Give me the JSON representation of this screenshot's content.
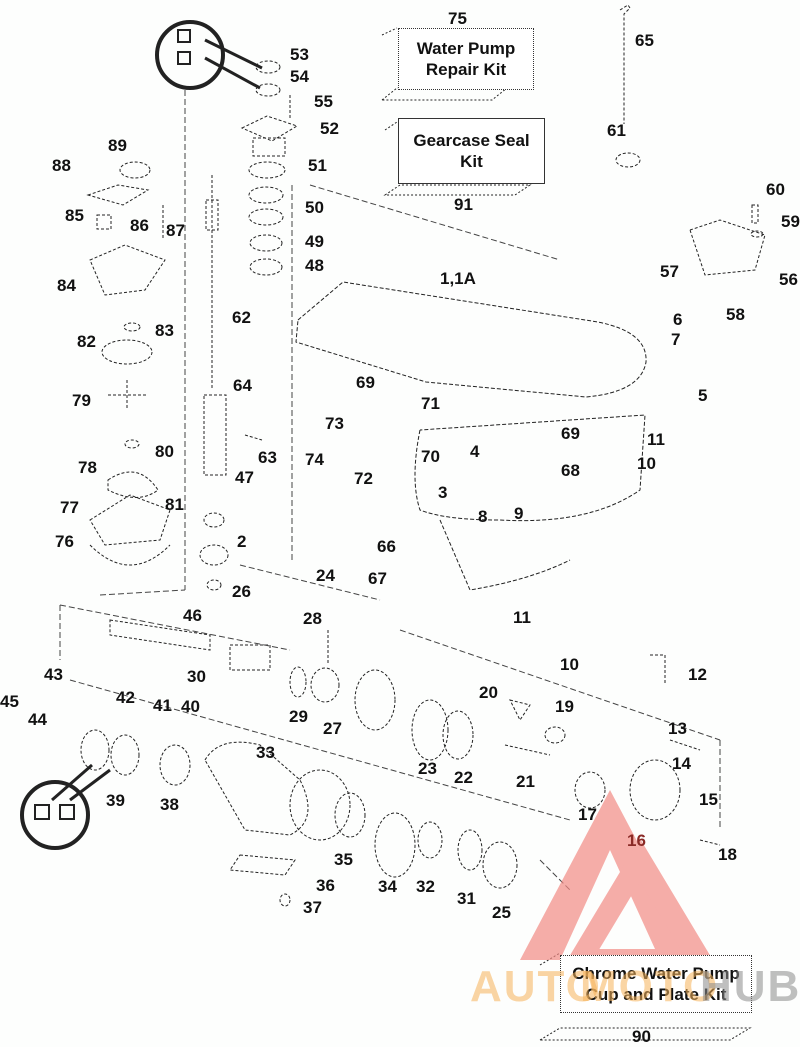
{
  "diagram": {
    "type": "exploded-parts-diagram",
    "subject": "Outboard gearcase"
  },
  "kits": [
    {
      "id": "75",
      "label": "Water Pump\nRepair Kit"
    },
    {
      "id": "91",
      "label": "Gearcase Seal\nKit"
    },
    {
      "id": "90",
      "label": "Chrome Water Pump\nCup and Plate Kit"
    }
  ],
  "callouts": [
    "53",
    "54",
    "55",
    "52",
    "51",
    "50",
    "49",
    "48",
    "89",
    "88",
    "85",
    "86",
    "87",
    "84",
    "83",
    "82",
    "79",
    "80",
    "78",
    "81",
    "77",
    "76",
    "62",
    "64",
    "63",
    "47",
    "2",
    "26",
    "24",
    "46",
    "65",
    "61",
    "60",
    "59",
    "57",
    "56",
    "58",
    "6",
    "7",
    "5",
    "1,1A",
    "69",
    "73",
    "74",
    "72",
    "71",
    "70",
    "4",
    "3",
    "8",
    "9",
    "69b",
    "68",
    "11",
    "10",
    "66",
    "67",
    "11b",
    "10b",
    "12",
    "28",
    "30",
    "29",
    "27",
    "20",
    "19",
    "13",
    "14",
    "15",
    "21",
    "23",
    "22",
    "17",
    "16",
    "18",
    "43",
    "45",
    "44",
    "42",
    "41",
    "40",
    "39",
    "38",
    "33",
    "35",
    "34",
    "32",
    "31",
    "25",
    "36",
    "37"
  ],
  "callout_text": {
    "53": "53",
    "54": "54",
    "55": "55",
    "52": "52",
    "51": "51",
    "50": "50",
    "49": "49",
    "48": "48",
    "89": "89",
    "88": "88",
    "85": "85",
    "86": "86",
    "87": "87",
    "84": "84",
    "83": "83",
    "82": "82",
    "79": "79",
    "80": "80",
    "78": "78",
    "81": "81",
    "77": "77",
    "76": "76",
    "62": "62",
    "64": "64",
    "63": "63",
    "47": "47",
    "2": "2",
    "26": "26",
    "24": "24",
    "46": "46",
    "65": "65",
    "61": "61",
    "60": "60",
    "59": "59",
    "57": "57",
    "56": "56",
    "58": "58",
    "6": "6",
    "7": "7",
    "5": "5",
    "1,1A": "1,1A",
    "69": "69",
    "73": "73",
    "74": "74",
    "72": "72",
    "71": "71",
    "70": "70",
    "4": "4",
    "3": "3",
    "8": "8",
    "9": "9",
    "69b": "69",
    "68": "68",
    "11": "11",
    "10": "10",
    "66": "66",
    "67": "67",
    "11b": "11",
    "10b": "10",
    "12": "12",
    "28": "28",
    "30": "30",
    "29": "29",
    "27": "27",
    "20": "20",
    "19": "19",
    "13": "13",
    "14": "14",
    "15": "15",
    "21": "21",
    "23": "23",
    "22": "22",
    "17": "17",
    "16": "16",
    "18": "18",
    "43": "43",
    "45": "45",
    "44": "44",
    "42": "42",
    "41": "41",
    "40": "40",
    "39": "39",
    "38": "38",
    "33": "33",
    "35": "35",
    "34": "34",
    "32": "32",
    "31": "31",
    "25": "25",
    "36": "36",
    "37": "37"
  },
  "watermark": {
    "text_part1": "AUTO",
    "text_part2": "MOTO",
    "text_part3": "HUB",
    "logo_color": "#f28b85",
    "part1_color": "#f7b35a",
    "part2_color": "#f7b35a",
    "part3_color": "#8c8c8c"
  }
}
